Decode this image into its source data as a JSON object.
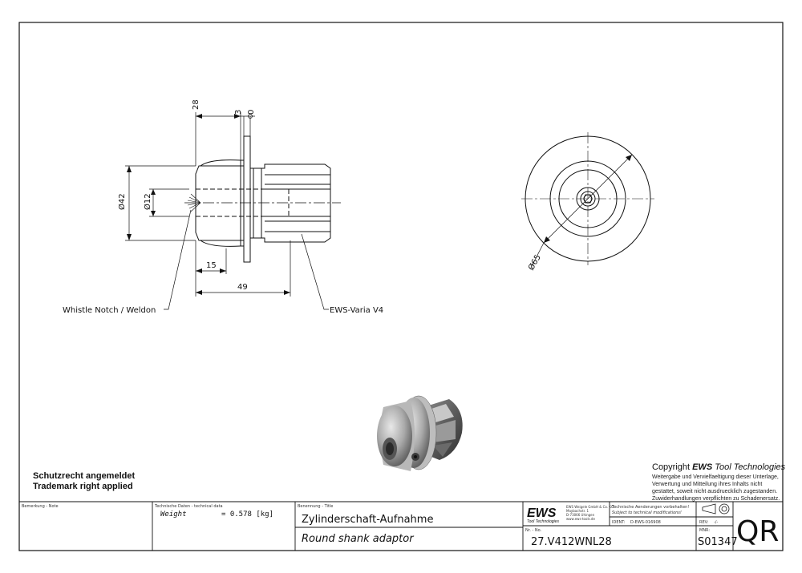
{
  "drawing": {
    "dimensions": {
      "d28": "28",
      "d3": "3",
      "d0": "0",
      "dia42": "Ø42",
      "dia12": "Ø12",
      "d15": "15",
      "d49": "49",
      "dia65": "Ø65"
    },
    "callouts": {
      "whistle_notch": "Whistle Notch / Weldon",
      "ews_varia": "EWS-Varia V4"
    }
  },
  "notes": {
    "patent_de": "Schutzrecht angemeldet",
    "patent_en": "Trademark right applied"
  },
  "copyright": {
    "line1_prefix": "Copyright ",
    "line1_brand": "EWS",
    "line1_suffix": " Tool Technologies",
    "line2": "Weitergabe und Vervielfaeltigung dieser Unterlage,",
    "line3": "Verwertung und Mitteilung ihres Inhalts nicht",
    "line4": "gestattet, soweit nicht ausdruecklich zugestanden.",
    "line5": "Zuwiderhandlungen verpflichten zu Schadenersatz."
  },
  "title_block": {
    "remark_label": "Bemerkung - Note",
    "tech_label": "Technische Daten - technical data",
    "weight_label": "Weight",
    "weight_value": "=  0.578 [kg]",
    "title_label": "Benennung - Title",
    "title_de": "Zylinderschaft-Aufnahme",
    "title_en": "Round shank adaptor",
    "logo_text": "EWS",
    "logo_sub": "Tool Technologies",
    "company_line1": "EWS Weigele GmbH & Co. KG",
    "company_line2": "Maybachstr. 1",
    "company_line3": "D-73066 Uhingen",
    "company_line4": "www.ews-tools.de",
    "tech_changes_de": "Technische Aenderungen vorbehalten!",
    "tech_changes_en": "Subject to technical modifications!",
    "ident_label": "IDENT:",
    "ident_value": "D-EWS-016908",
    "rev_label": "REV:",
    "rev_value": "-/-",
    "nr_label": "Nr. - No.",
    "part_number": "27.V412WNL28",
    "mnr_label": "MNR:",
    "mnr_value": "S01347",
    "qr": "QR"
  }
}
